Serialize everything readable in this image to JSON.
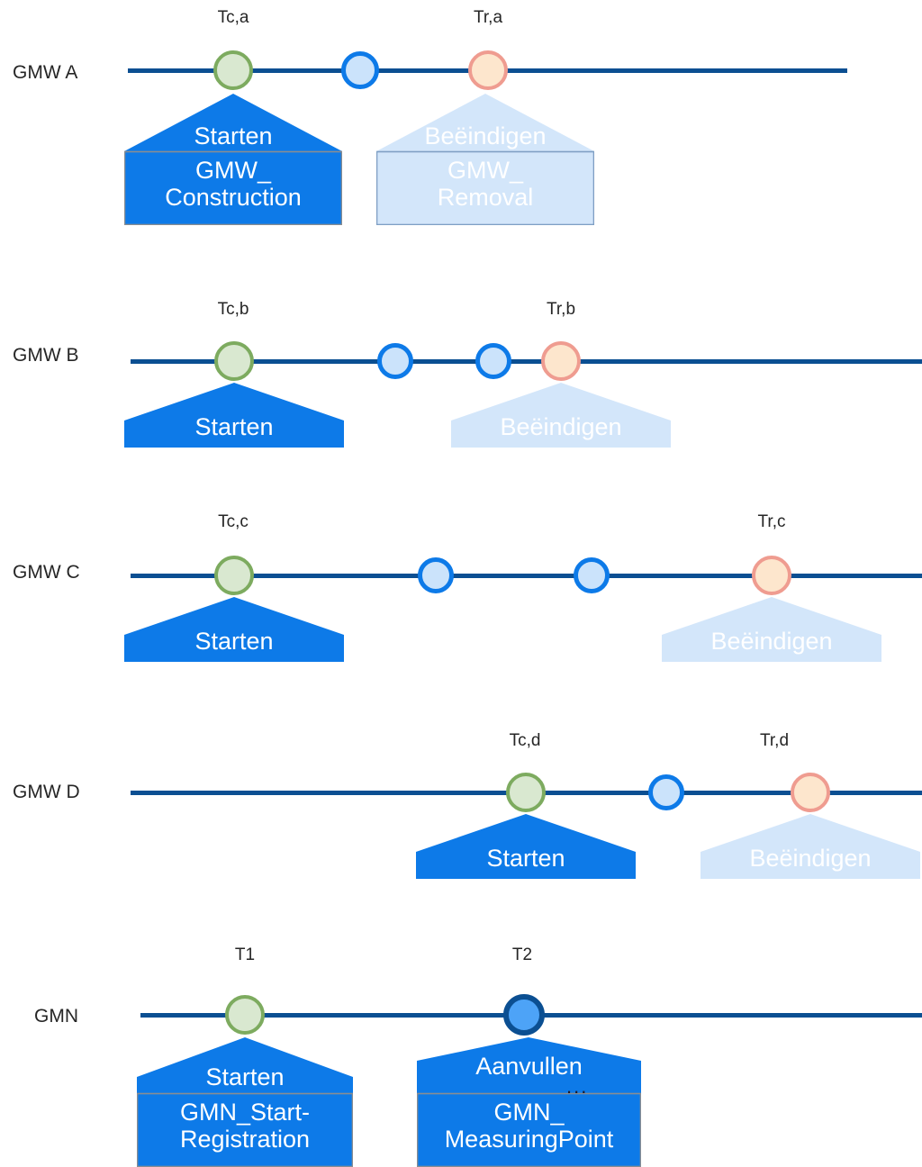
{
  "diagram": {
    "title": "GMW / GMN registratie tijdlijnen",
    "colors": {
      "timeline": "#0b4f92",
      "pennant_solid": "#0d7ae8",
      "pennant_light": "#d3e6fa",
      "marker_green_fill": "#d9e8d0",
      "marker_green_border": "#7dab5f",
      "marker_blue_fill": "#cbe3fb",
      "marker_blue_border": "#0d7ae8",
      "marker_salmon_fill": "#fde6cd",
      "marker_salmon_border": "#ef9c90",
      "marker_navy_fill": "#4da3f7",
      "marker_navy_border": "#0b4f92",
      "box_border": "#8a8d91",
      "text_dark": "#262626",
      "text_light": "#ffffff"
    },
    "rows": [
      {
        "id": "gmw-a",
        "label": "GMW A",
        "markers": [
          {
            "kind": "green",
            "tick": "Tc,a"
          },
          {
            "kind": "blue",
            "tick": ""
          },
          {
            "kind": "salmon",
            "tick": "Tr,a"
          }
        ],
        "pennants": [
          {
            "style": "solid",
            "top_label": "Starten",
            "body_label": "GMW_\nConstruction"
          },
          {
            "style": "light",
            "top_label": "Beëindigen",
            "body_label": "GMW_\nRemoval"
          }
        ]
      },
      {
        "id": "gmw-b",
        "label": "GMW B",
        "markers": [
          {
            "kind": "green",
            "tick": "Tc,b"
          },
          {
            "kind": "blue",
            "tick": ""
          },
          {
            "kind": "blue",
            "tick": ""
          },
          {
            "kind": "salmon",
            "tick": "Tr,b"
          }
        ],
        "pennants": [
          {
            "style": "solid",
            "top_label": "Starten",
            "body_label": ""
          },
          {
            "style": "light",
            "top_label": "Beëindigen",
            "body_label": ""
          }
        ]
      },
      {
        "id": "gmw-c",
        "label": "GMW C",
        "markers": [
          {
            "kind": "green",
            "tick": "Tc,c"
          },
          {
            "kind": "blue",
            "tick": ""
          },
          {
            "kind": "blue",
            "tick": ""
          },
          {
            "kind": "salmon",
            "tick": "Tr,c"
          }
        ],
        "pennants": [
          {
            "style": "solid",
            "top_label": "Starten",
            "body_label": ""
          },
          {
            "style": "light",
            "top_label": "Beëindigen",
            "body_label": ""
          }
        ]
      },
      {
        "id": "gmw-d",
        "label": "GMW D",
        "markers": [
          {
            "kind": "green",
            "tick": "Tc,d"
          },
          {
            "kind": "blue",
            "tick": ""
          },
          {
            "kind": "salmon",
            "tick": "Tr,d"
          }
        ],
        "pennants": [
          {
            "style": "solid",
            "top_label": "Starten",
            "body_label": ""
          },
          {
            "style": "light",
            "top_label": "Beëindigen",
            "body_label": ""
          }
        ]
      },
      {
        "id": "gmn",
        "label": "GMN",
        "markers": [
          {
            "kind": "green",
            "tick": "T1"
          },
          {
            "kind": "navy",
            "tick": "T2"
          }
        ],
        "pennants": [
          {
            "style": "solid",
            "top_label": "Starten",
            "body_label": "GMN_Start-\nRegistration"
          },
          {
            "style": "solid",
            "top_label": "Aanvullen",
            "body_label": "GMN_\nMeasuringPoint",
            "ellipsis": "..."
          }
        ]
      }
    ],
    "labels": {
      "gmw_a": "GMW A",
      "gmw_b": "GMW B",
      "gmw_c": "GMW C",
      "gmw_d": "GMW D",
      "gmn": "GMN",
      "tc_a": "Tc,a",
      "tr_a": "Tr,a",
      "tc_b": "Tc,b",
      "tr_b": "Tr,b",
      "tc_c": "Tc,c",
      "tr_c": "Tr,c",
      "tc_d": "Tc,d",
      "tr_d": "Tr,d",
      "t1": "T1",
      "t2": "T2",
      "starten": "Starten",
      "beeindigen": "Beëindigen",
      "aanvullen": "Aanvullen",
      "gmw_construction_1": "GMW_",
      "gmw_construction_2": "Construction",
      "gmw_removal_1": "GMW_",
      "gmw_removal_2": "Removal",
      "gmn_start_1": "GMN_Start-",
      "gmn_start_2": "Registration",
      "gmn_mp_1": "GMN_",
      "gmn_mp_2": "MeasuringPoint",
      "dots": "..."
    }
  }
}
